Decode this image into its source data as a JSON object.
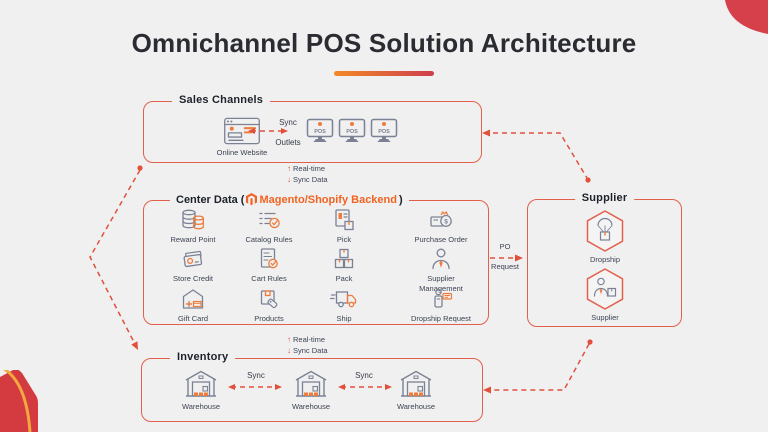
{
  "title": "Omnichannel POS Solution Architecture",
  "colors": {
    "background": "#f0f0f1",
    "accent_border": "#e2604b",
    "arrow_red": "#e2503c",
    "magento_orange": "#f26322",
    "icon_gray": "#7b8294",
    "icon_accent": "#ee7c3c",
    "title_text": "#2a2c32",
    "corner_red": "#d6404a",
    "corner_yellow": "#f2a73f",
    "underline_gradient": [
      "#f28a26",
      "#cf3d4e"
    ]
  },
  "sales_channels": {
    "label": "Sales Channels",
    "online_website_label": "Online Website",
    "sync_label": "Sync",
    "outlets_label": "Outlets",
    "pos_terminals": [
      "POS",
      "POS",
      "POS"
    ]
  },
  "sync_links": {
    "up_arrow": "↑",
    "up_label": "Real-time",
    "down_arrow": "↓",
    "down_label": "Sync Data"
  },
  "center_data": {
    "title_prefix": "Center Data (",
    "title_highlight": "Magento/Shopify Backend",
    "title_suffix": ")",
    "items": [
      {
        "label": "Reward Point"
      },
      {
        "label": "Catalog Rules"
      },
      {
        "label": "Pick"
      },
      {
        "label": "Purchase Order"
      },
      {
        "label": "Store Credit"
      },
      {
        "label": "Cart Rules"
      },
      {
        "label": "Pack"
      },
      {
        "label": "Supplier Management"
      },
      {
        "label": "Gift Card"
      },
      {
        "label": "Products"
      },
      {
        "label": "Ship"
      },
      {
        "label": "Dropship Request"
      }
    ]
  },
  "po_request": {
    "line1": "PO",
    "line2": "Request"
  },
  "supplier": {
    "label": "Supplier",
    "items": [
      {
        "label": "Dropship"
      },
      {
        "label": "Supplier"
      }
    ]
  },
  "inventory": {
    "label": "Inventory",
    "warehouses": [
      "Warehouse",
      "Warehouse",
      "Warehouse"
    ],
    "sync_labels": [
      "Sync",
      "Sync"
    ]
  }
}
